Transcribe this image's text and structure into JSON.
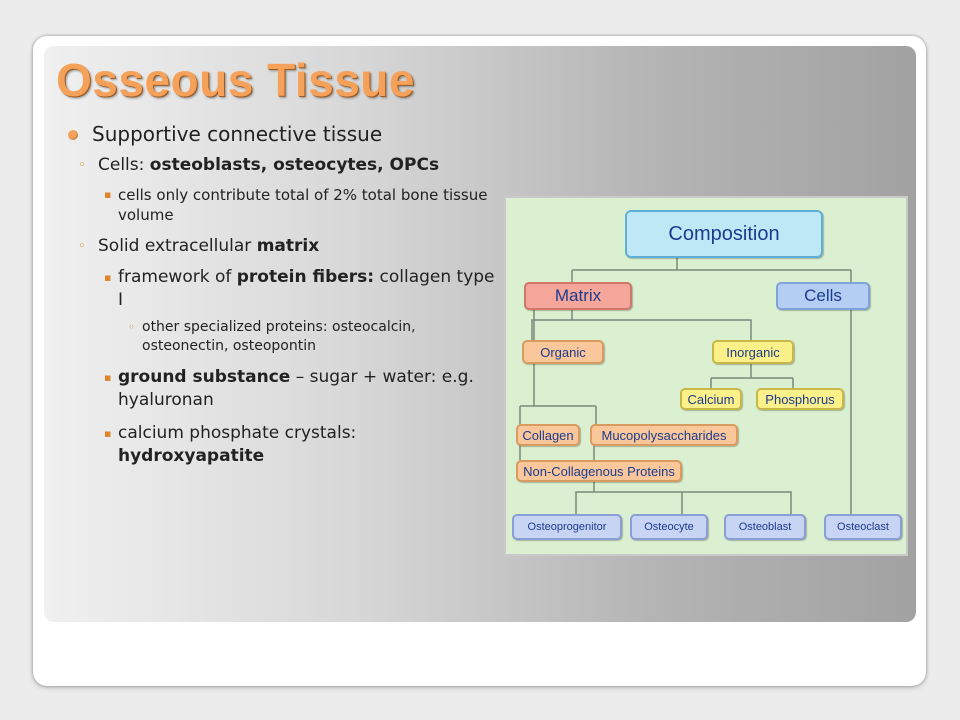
{
  "slide": {
    "title": "Osseous Tissue",
    "bullets": {
      "main": "Supportive connective tissue",
      "cells_prefix": "Cells: ",
      "cells_bold": "osteoblasts, osteocytes, OPCs",
      "cells_note": "cells only contribute total of 2% total bone tissue volume",
      "matrix_prefix": "Solid extracellular ",
      "matrix_bold": "matrix",
      "framework_prefix": "framework of ",
      "framework_bold": "protein fibers:",
      "framework_suffix": " collagen type I",
      "proteins": "other specialized proteins: osteocalcin, osteonectin, osteopontin",
      "ground_bold": "ground substance",
      "ground_suffix": " – sugar + water: e.g. hyaluronan",
      "calcium_prefix": "calcium phosphate crystals: ",
      "calcium_bold": "hydroxyapatite"
    }
  },
  "diagram": {
    "composition": "Composition",
    "matrix": "Matrix",
    "cells": "Cells",
    "organic": "Organic",
    "inorganic": "Inorganic",
    "calcium": "Calcium",
    "phosphorus": "Phosphorus",
    "collagen": "Collagen",
    "mucopolysaccharides": "Mucopolysaccharides",
    "non_collagenous": "Non-Collagenous Proteins",
    "osteoprogenitor": "Osteoprogenitor",
    "osteocyte": "Osteocyte",
    "osteoblast": "Osteoblast",
    "osteoclast": "Osteoclast"
  },
  "colors": {
    "title": "#f6a15a",
    "diagram_background": "#dbf0d0",
    "diagram_text": "#1c3b8f"
  }
}
